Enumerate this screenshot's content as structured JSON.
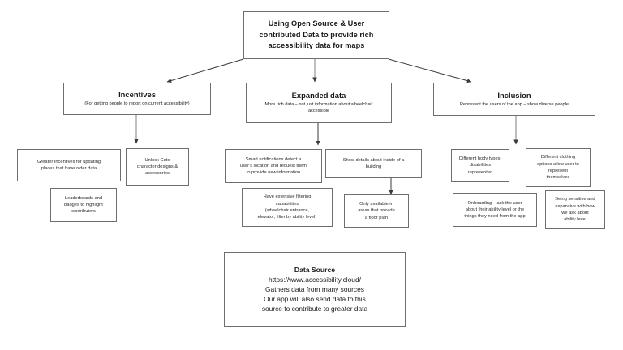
{
  "diagram": {
    "background_color": "#ffffff",
    "box_border_color": "#6e6e6e",
    "text_color": "#1a1a1a",
    "root": {
      "line1": "Using Open Source & User",
      "line2": "contributed Data to provide rich",
      "line3": "accessibility data for maps"
    },
    "categories": [
      {
        "id": "incentives",
        "title": "Incentives",
        "subtitle": "(For getting people to report on current accessibility)"
      },
      {
        "id": "expanded-data",
        "title": "Expanded data",
        "subtitle_line1": "More rich data – not just information about wheelchair",
        "subtitle_line2": "accessible"
      },
      {
        "id": "inclusion",
        "title": "Inclusion",
        "subtitle": "Represent the users of the app – show diverse people"
      }
    ],
    "leaves": {
      "incentives": [
        {
          "id": "greater-incentives",
          "lines": [
            "Greater Incentives for updating",
            "places that have older data"
          ]
        },
        {
          "id": "unlock-cute",
          "lines": [
            "Unlock Cute",
            "character designs &",
            "accessories"
          ]
        },
        {
          "id": "leaderboards",
          "lines": [
            "Leaderboards and",
            "badges to highlight",
            "contributors"
          ]
        }
      ],
      "expanded_data": [
        {
          "id": "smart-notifications",
          "lines": [
            "Smart notifications detect a",
            "user's location and request them",
            "to provide new information"
          ]
        },
        {
          "id": "show-details-inside",
          "lines": [
            "Show details about inside of a",
            "building"
          ]
        },
        {
          "id": "extensive-filtering",
          "lines": [
            "Have extensive filtering",
            "capabilities",
            "(wheelchair entrance,",
            "elevator, filter by ability level)"
          ]
        },
        {
          "id": "only-available-floorplan",
          "lines": [
            "Only available in",
            "areas that provide",
            "a floor plan"
          ]
        }
      ],
      "inclusion": [
        {
          "id": "body-types",
          "lines": [
            "Different body types,",
            "disabilities",
            "represented"
          ]
        },
        {
          "id": "clothing-options",
          "lines": [
            "Different clothing",
            "options allow user to",
            "represent",
            "themselves"
          ]
        },
        {
          "id": "onboarding",
          "lines": [
            "Onboarding – ask the user",
            "about their ability level or the",
            "things they need from the app"
          ]
        },
        {
          "id": "being-sensitive",
          "lines": [
            "Being sensitive and",
            "expansive with how",
            "we ask about",
            "ability level"
          ]
        }
      ]
    },
    "data_source": {
      "title": "Data Source",
      "url": "https://www.accessibility.cloud/",
      "line2": "Gathers data from many sources",
      "line3": "Our app will also send data to this",
      "line4": "source to contribute to greater data"
    }
  }
}
